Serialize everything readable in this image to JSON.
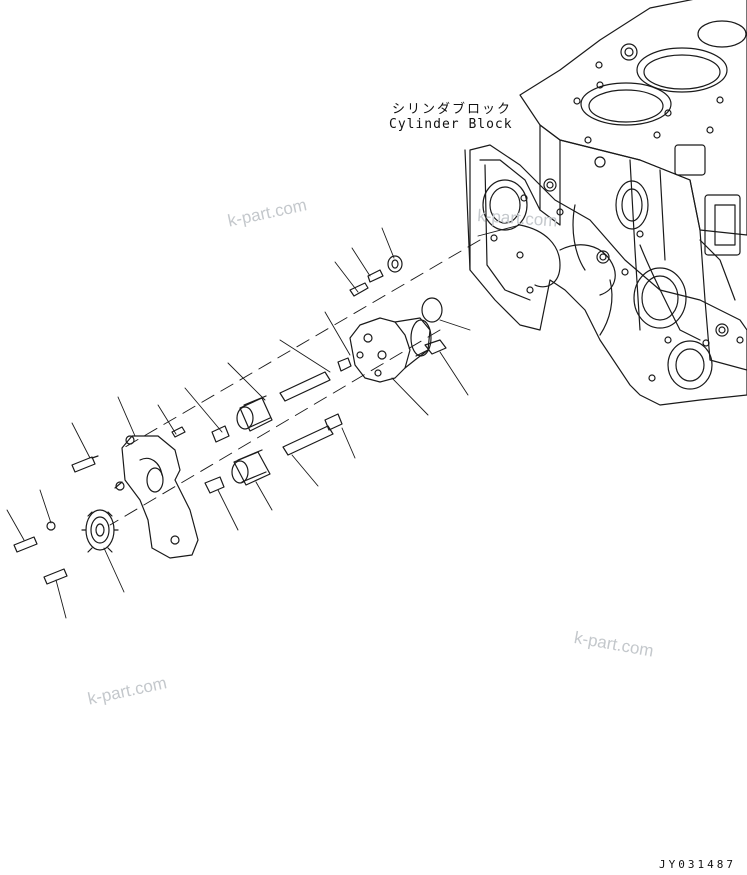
{
  "diagram": {
    "cylinder_block_jp": "シリンダブロック",
    "cylinder_block_en": "Cylinder Block",
    "drawing_code": "JY031487"
  },
  "watermarks": [
    "k-part.com",
    "k-part.com",
    "k-part.com",
    "k-part.com"
  ],
  "colors": {
    "line": "#1a1a1a",
    "watermark": "#c4c8cc",
    "background": "#ffffff"
  }
}
